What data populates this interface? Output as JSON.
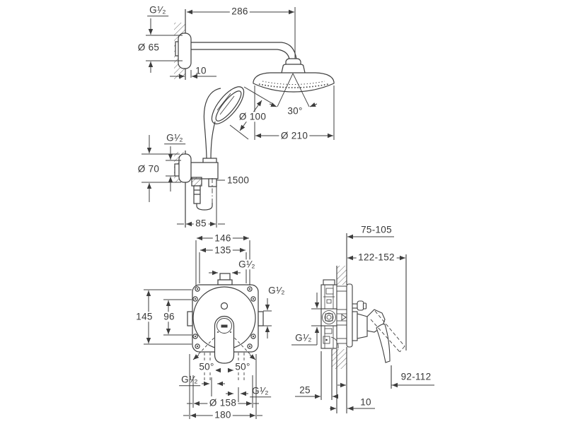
{
  "drawing": {
    "background": "#ffffff",
    "line_color": "#3d3d3d",
    "upper_view": {
      "wall_thread": "G¹⁄₂",
      "arm_length": "286",
      "flange_diameter": "Ø 65",
      "arm_wall_offset": "10",
      "spray_angle": "30°",
      "head_diameter": "Ø 210",
      "handshower_diameter": "Ø 100",
      "holder_thread": "G¹⁄₂",
      "holder_flange_diameter": "Ø 70",
      "hose_length": "1500",
      "holder_projection": "85"
    },
    "front_view": {
      "outer_hole_width": "146",
      "inner_hole_width": "135",
      "top_thread": "G¹⁄₂",
      "side_thread": "G¹⁄₂",
      "outer_hole_height": "145",
      "inner_hole_height": "96",
      "lever_angle_left": "50°",
      "lever_angle_right": "50°",
      "bottom_thread_left": "G¹⁄₂",
      "bottom_thread_right": "G¹⁄₂",
      "escutcheon_diameter": "Ø 158",
      "plate_width": "180"
    },
    "side_view": {
      "depth_range_plate": "75-105",
      "depth_range_total": "122-152",
      "inlet_thread": "G¹⁄₂",
      "lever_projection": "92-112",
      "box_depth": "25",
      "wall_offset": "10"
    }
  }
}
